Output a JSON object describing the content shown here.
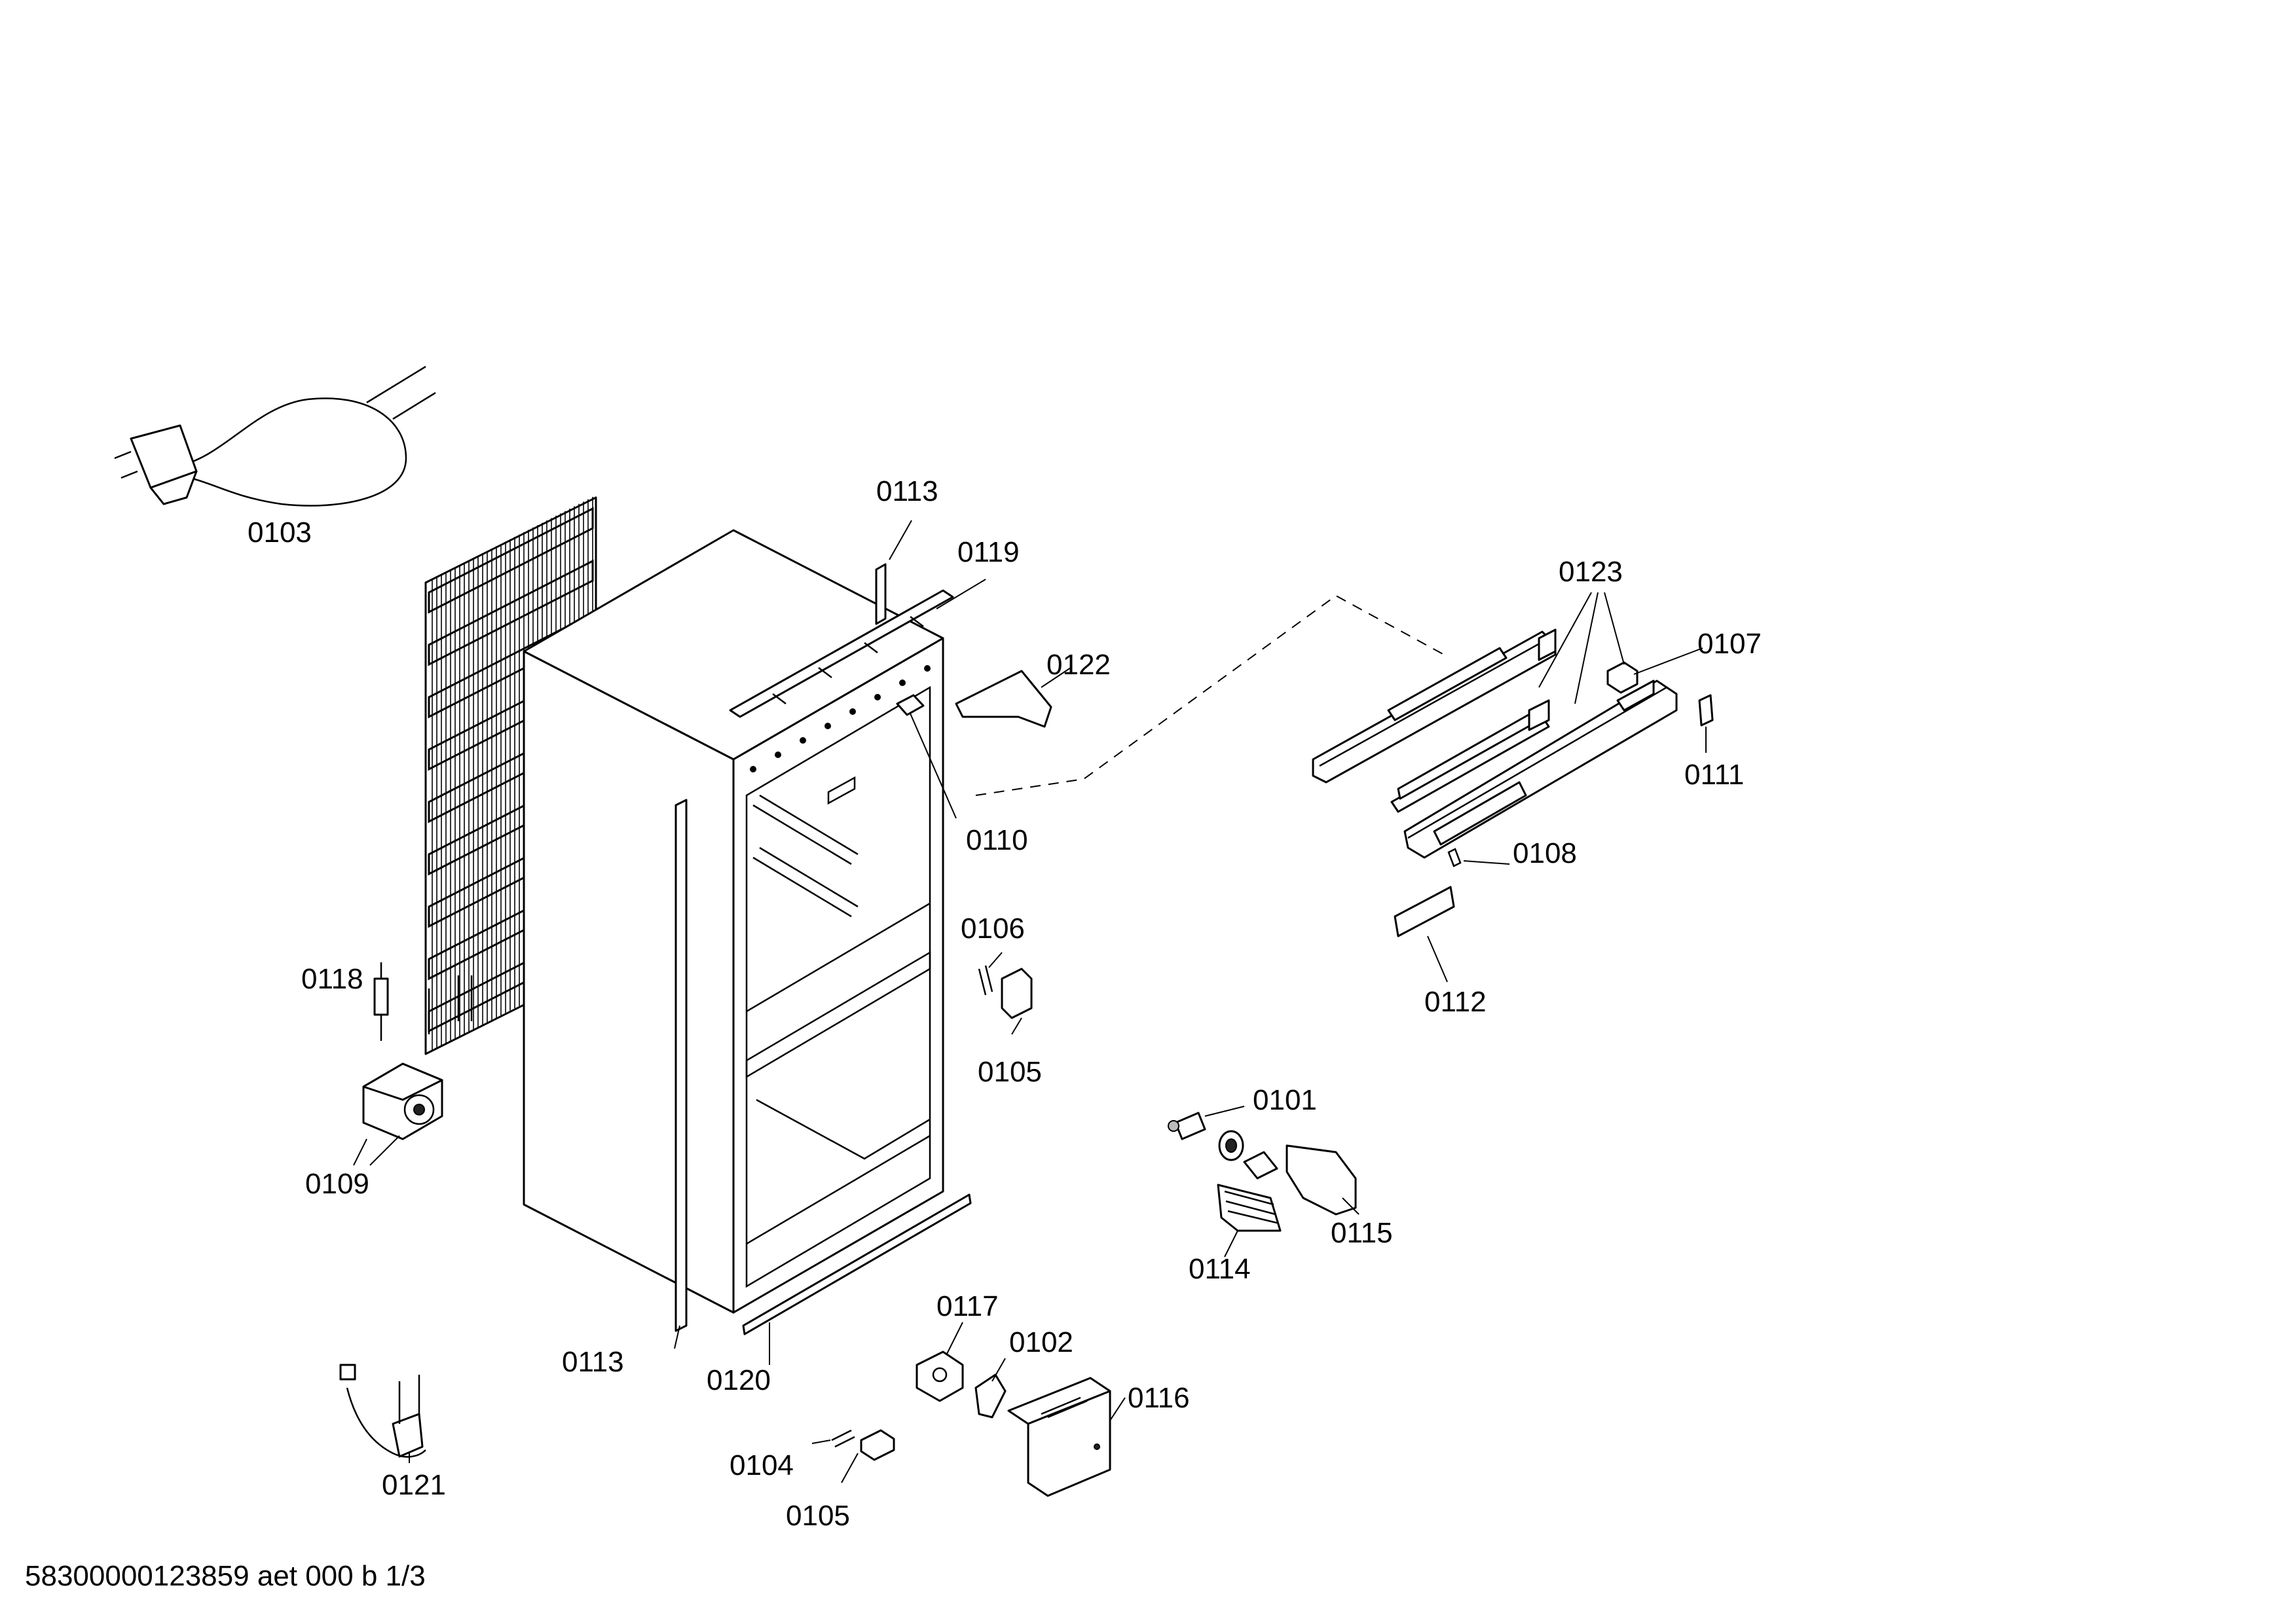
{
  "labels": {
    "p0103": "0103",
    "p0113_top": "0113",
    "p0119": "0119",
    "p0122": "0122",
    "p0110": "0110",
    "p0123": "0123",
    "p0107": "0107",
    "p0111": "0111",
    "p0108": "0108",
    "p0112": "0112",
    "p0106": "0106",
    "p0105_mid": "0105",
    "p0118": "0118",
    "p0109": "0109",
    "p0101": "0101",
    "p0115": "0115",
    "p0114": "0114",
    "p0117": "0117",
    "p0102": "0102",
    "p0116": "0116",
    "p0113_bottom": "0113",
    "p0120": "0120",
    "p0104": "0104",
    "p0105_bottom": "0105",
    "p0121": "0121"
  },
  "footer": "58300000123859 aet 000 b 1/3"
}
